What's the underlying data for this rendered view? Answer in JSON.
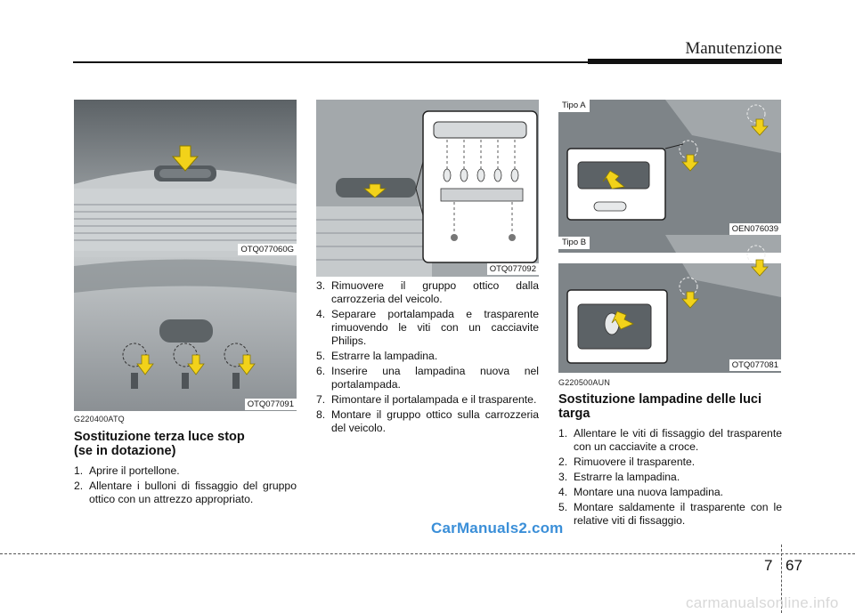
{
  "header": {
    "section_title": "Manutenzione"
  },
  "figures": {
    "fig1": {
      "label": "OTQ077060G"
    },
    "fig2": {
      "label": "OTQ077091"
    },
    "fig3": {
      "label": "OTQ077092"
    },
    "fig4": {
      "tag": "Tipo A",
      "label": "OEN076039"
    },
    "fig5": {
      "tag": "Tipo B",
      "label": "OTQ077081"
    }
  },
  "section_left": {
    "code": "G220400ATQ",
    "heading_line1": "Sostituzione terza luce stop",
    "heading_line2": "(se in dotazione)",
    "steps": [
      {
        "num": "1.",
        "text": "Aprire il portellone."
      },
      {
        "num": "2.",
        "text": "Allentare i bulloni di fissaggio del gruppo ottico con un attrezzo appropriato."
      }
    ]
  },
  "section_middle": {
    "steps": [
      {
        "num": "3.",
        "text": "Rimuovere il gruppo ottico dalla carrozzeria del veicolo."
      },
      {
        "num": "4.",
        "text": "Separare portalampada e trasparente rimuovendo le viti con un cacciavite Philips."
      },
      {
        "num": "5.",
        "text": "Estrarre la lampadina."
      },
      {
        "num": "6.",
        "text": "Inserire una lampadina nuova nel portalampada."
      },
      {
        "num": "7.",
        "text": "Rimontare il portalampada e il trasparente."
      },
      {
        "num": "8.",
        "text": "Montare il gruppo ottico sulla carrozzeria del veicolo."
      }
    ]
  },
  "section_right": {
    "code": "G220500AUN",
    "heading_line1": "Sostituzione lampadine delle luci",
    "heading_line2": "targa",
    "steps": [
      {
        "num": "1.",
        "text": "Allentare le viti di fissaggio del trasparente con un cacciavite a croce."
      },
      {
        "num": "2.",
        "text": "Rimuovere il trasparente."
      },
      {
        "num": "3.",
        "text": "Estrarre la lampadina."
      },
      {
        "num": "4.",
        "text": "Montare una nuova lampadina."
      },
      {
        "num": "5.",
        "text": "Montare saldamente il trasparente con le relative viti di fissaggio."
      }
    ]
  },
  "footer": {
    "chapter": "7",
    "page": "67",
    "watermark": "CarManuals2.com",
    "bottom_mark": "carmanualsonline.info"
  },
  "colors": {
    "arrow": "#f2d21a",
    "watermark": "#3b8fd8",
    "photo_body": "#9aa0a4"
  }
}
